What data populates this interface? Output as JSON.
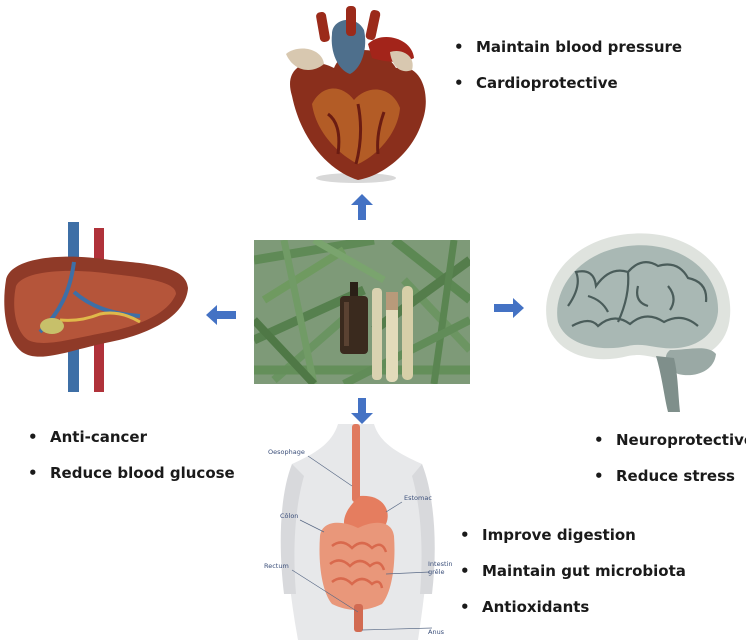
{
  "heart": {
    "benefits": [
      "Maintain blood pressure",
      "Cardioprotective"
    ]
  },
  "liver": {
    "benefits": [
      "Anti-cancer",
      "Reduce blood glucose"
    ]
  },
  "brain": {
    "benefits": [
      "Neuroprotective",
      "Reduce stress"
    ]
  },
  "gut": {
    "benefits": [
      "Improve digestion",
      "Maintain gut microbiota",
      "Antioxidants"
    ],
    "anatomy_labels": {
      "oesophage": "Oesophage",
      "estomac": "Estomac",
      "colon": "Côlon",
      "intestin_line1": "Intestin",
      "intestin_line2": "grêle",
      "rectum": "Rectum",
      "anus": "Anus"
    }
  },
  "colors": {
    "arrow": "#4472c4",
    "text": "#1a1a1a",
    "label": "#3b4f7a"
  }
}
